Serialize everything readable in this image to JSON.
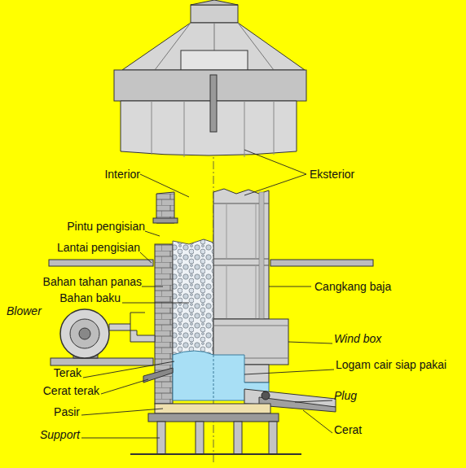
{
  "diagram": {
    "labels": [
      "Interior",
      "Eksterior",
      "Pintu pengisian",
      "Lantai pengisian",
      "Bahan tahan panas",
      "Bahan baku",
      "Blower",
      "Terak",
      "Cerat terak",
      "Pasir",
      "Support",
      "Cangkang baja",
      "Wind box",
      "Logam cair siap pakai",
      "Plug",
      "Cerat"
    ]
  }
}
